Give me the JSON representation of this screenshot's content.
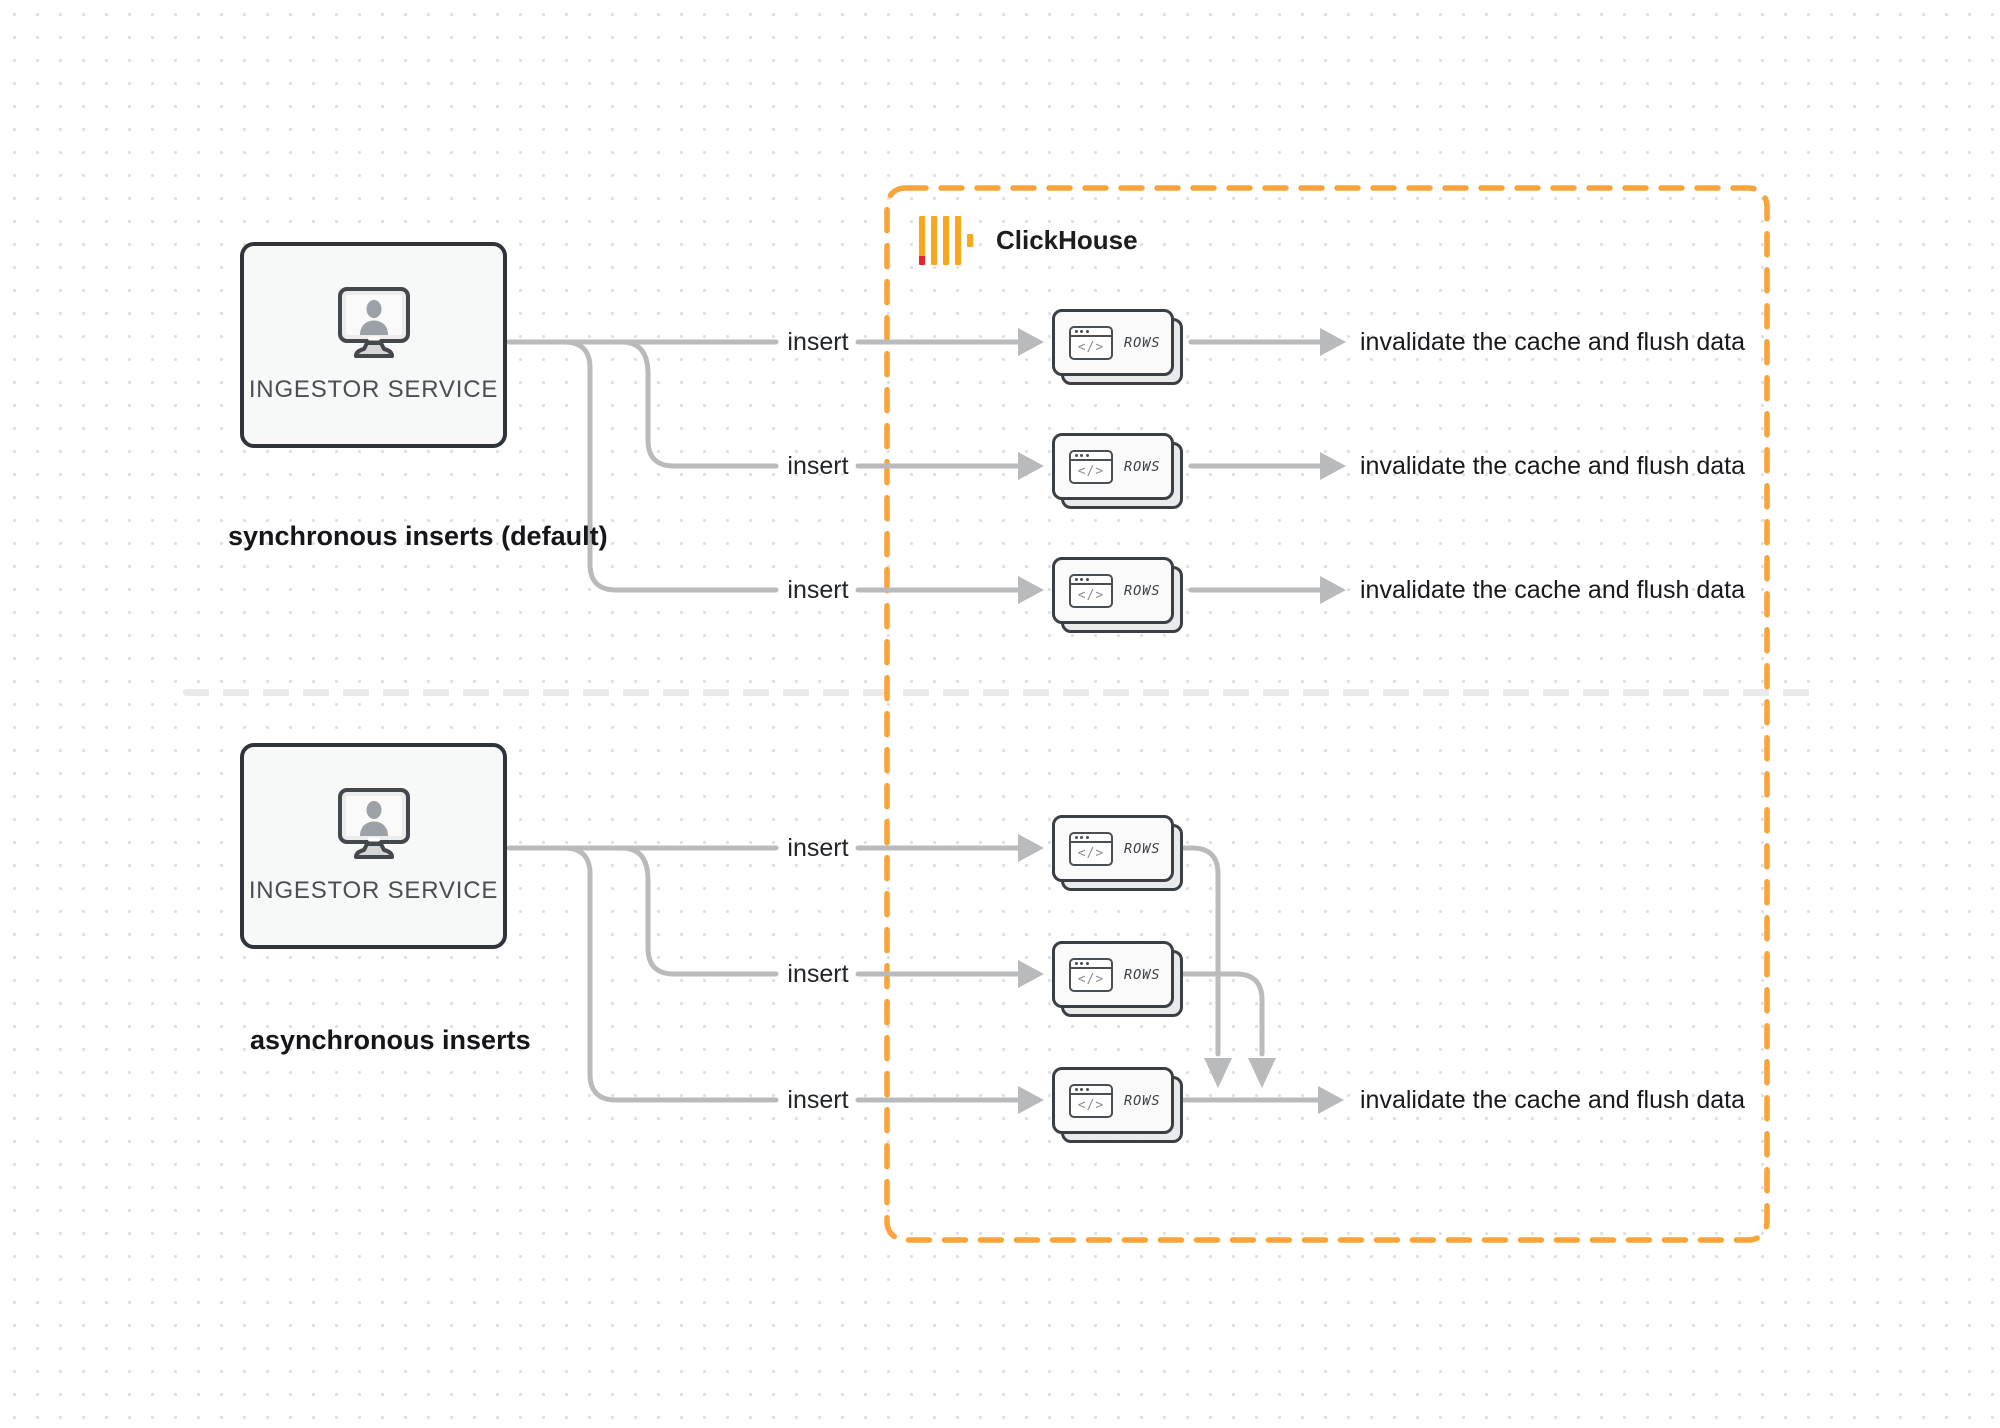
{
  "clickhouse": {
    "label": "ClickHouse"
  },
  "card": {
    "icon": "</>"
  },
  "colors": {
    "accent_orange": "#F9A43B",
    "logo_yellow": "#F9A71D",
    "logo_red": "#E8232A",
    "line_gray": "#B9BABB",
    "node_border": "#2F343A",
    "text_dark": "#17191C",
    "text_gray": "#4A4F54"
  },
  "sync": {
    "caption": "synchronous inserts (default)",
    "ingestor": "INGESTOR SERVICE",
    "rows": [
      {
        "insert": "insert",
        "rows_label": "ROWS",
        "result": "invalidate the cache and flush data"
      },
      {
        "insert": "insert",
        "rows_label": "ROWS",
        "result": "invalidate the cache and flush data"
      },
      {
        "insert": "insert",
        "rows_label": "ROWS",
        "result": "invalidate the cache and flush data"
      }
    ]
  },
  "async": {
    "caption": "asynchronous inserts",
    "ingestor": "INGESTOR SERVICE",
    "rows": [
      {
        "insert": "insert",
        "rows_label": "ROWS"
      },
      {
        "insert": "insert",
        "rows_label": "ROWS"
      },
      {
        "insert": "insert",
        "rows_label": "ROWS",
        "result": "invalidate the cache and flush data"
      }
    ]
  }
}
